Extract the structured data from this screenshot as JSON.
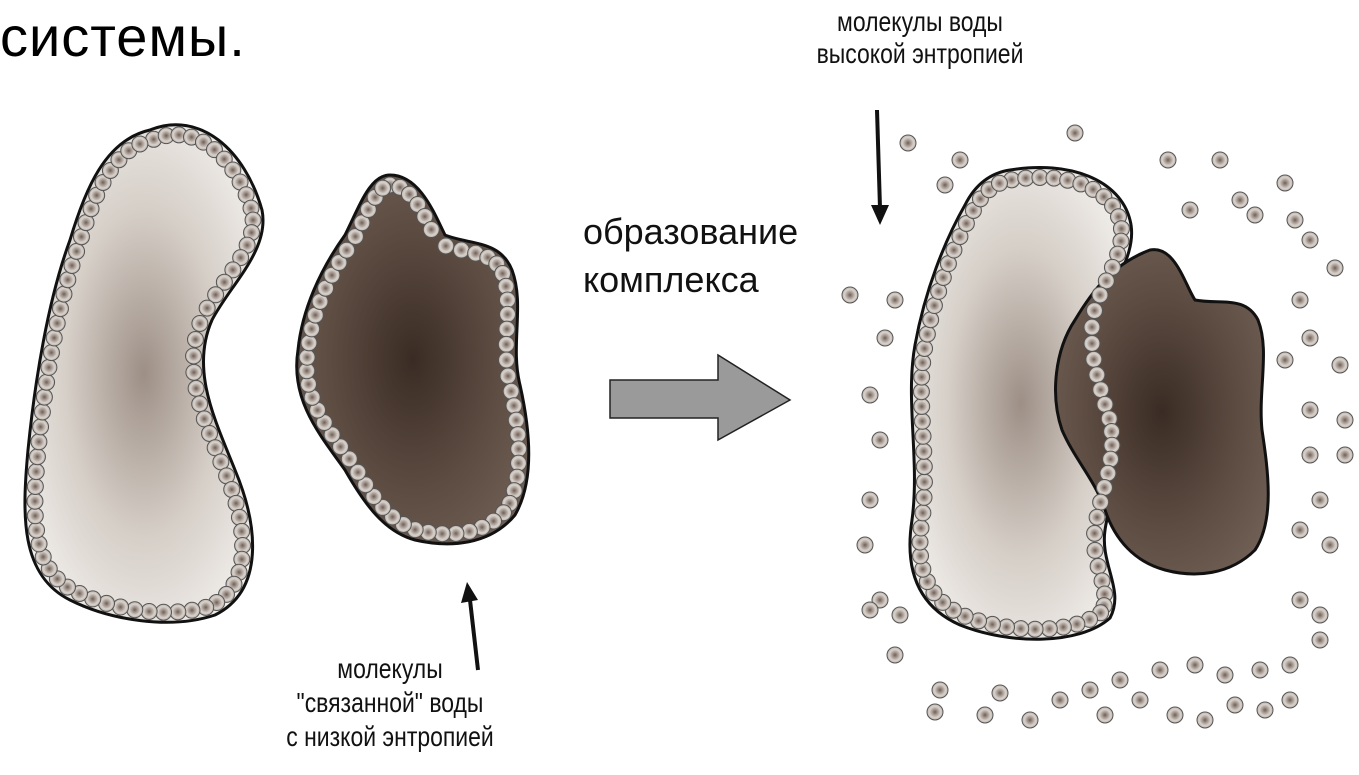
{
  "slide": {
    "title_fragment": "системы."
  },
  "labels": {
    "high_entropy_water": [
      "молекулы воды",
      "высокой энтропией"
    ],
    "bound_water": [
      "молекулы",
      "\"связанной\" воды",
      "с низкой энтропией"
    ],
    "complex_formation": [
      "образование",
      "комплекса"
    ]
  },
  "colors": {
    "light_protein": "#c8c0b8",
    "dark_protein": "#5a4a40",
    "water_molecule": "#b8b0a8",
    "arrow_fill": "#9a9a9a"
  }
}
